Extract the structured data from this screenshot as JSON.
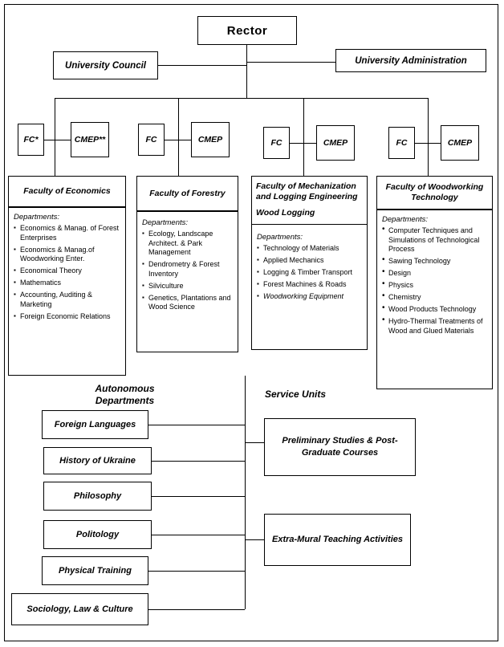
{
  "chart_type": "organizational-chart",
  "top": {
    "rector": "Rector",
    "university_council": "University Council",
    "university_administration": "University Administration"
  },
  "units": [
    {
      "fc": "FC*",
      "cmep": "CMEP**"
    },
    {
      "fc": "FC",
      "cmep": "CMEP"
    },
    {
      "fc": "FC",
      "cmep": "CMEP"
    },
    {
      "fc": "FC",
      "cmep": "CMEP"
    }
  ],
  "faculties": [
    {
      "title": "Faculty of Economics",
      "title_align": "center",
      "departments_label": "Departments:",
      "bullet": "square",
      "departments": [
        "Economics & Manag. of Forest Enterprises",
        "Economics & Manag.of Woodworking Enter.",
        "Economical Theory",
        "Mathematics",
        "Accounting, Auditing & Marketing",
        "Foreign Economic Relations"
      ]
    },
    {
      "title": "Faculty of Forestry",
      "title_align": "center",
      "departments_label": "Departments:",
      "bullet": "square",
      "departments": [
        "Ecology, Landscape Architect. & Park Management",
        "Dendrometry & Forest Inventory",
        "Silviculture",
        "Genetics, Plantations and Wood Science"
      ]
    },
    {
      "title": "Faculty of Mechanization and Logging Engineering Wood Logging",
      "title_line1": "Faculty of Mechanization",
      "title_line2": "and Logging Engineering",
      "title_line3": "Wood Logging",
      "title_align": "left",
      "departments_label": "Departments:",
      "bullet": "square",
      "departments": [
        "Technology of Materials",
        "Applied Mechanics",
        "Logging & Timber Transport",
        "Forest Machines & Roads",
        "Woodworking Equipment"
      ]
    },
    {
      "title": "Faculty of Woodworking Technology",
      "title_align": "center",
      "departments_label": "Departments:",
      "bullet": "round",
      "departments": [
        "Computer Techniques and Simulations of Technological Process",
        "Sawing Technology",
        "Design",
        "Physics",
        "Chemistry",
        "Wood Products Technology",
        "Hydro-Thermal Treatments of Wood and Glued Materials"
      ]
    }
  ],
  "autonomous": {
    "title_line1": "Autonomous",
    "title_line2": "Departments",
    "items": [
      "Foreign Languages",
      "History of Ukraine",
      "Philosophy",
      "Politology",
      "Physical Training",
      "Sociology, Law & Culture"
    ]
  },
  "service": {
    "title": "Service Units",
    "items": [
      "Preliminary Studies & Post-Graduate Courses",
      "Extra-Mural Teaching Activities"
    ]
  }
}
